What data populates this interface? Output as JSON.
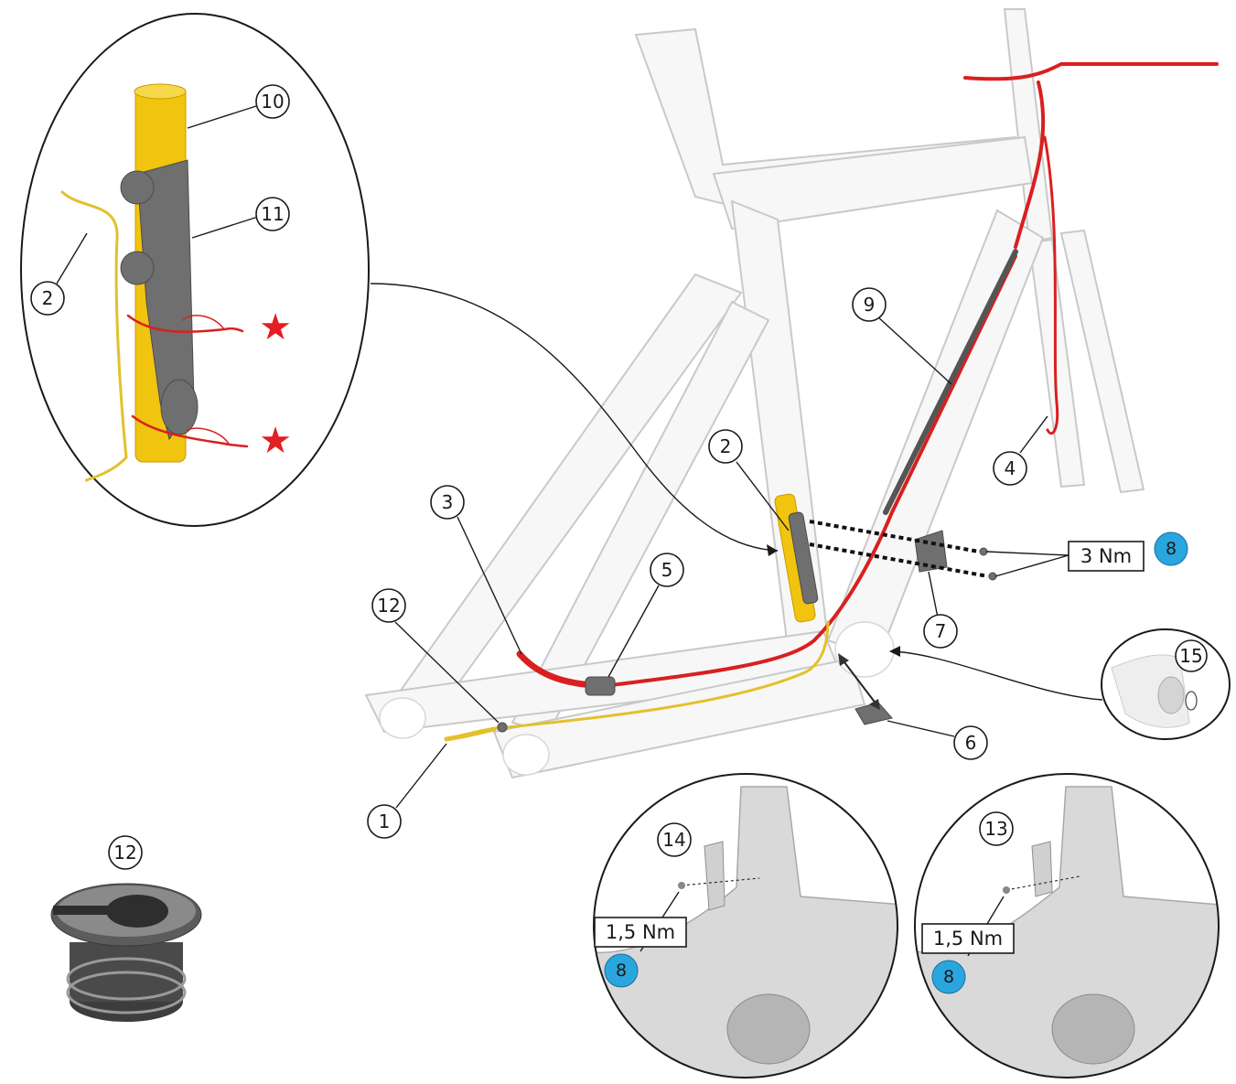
{
  "callouts": {
    "main": [
      "1",
      "2",
      "3",
      "4",
      "5",
      "6",
      "7",
      "9",
      "12"
    ],
    "detail_left": [
      "10",
      "11",
      "2"
    ],
    "detail_right": [
      "15"
    ],
    "detail_bottom_left": [
      "14"
    ],
    "detail_bottom_right": [
      "13"
    ],
    "part_closeup": "12"
  },
  "torque": {
    "main": "3 Nm",
    "detail_bottom_left": "1,5 Nm",
    "detail_bottom_right": "1,5 Nm"
  },
  "tool_badge": "8",
  "symbols": {
    "star_glyph": "★",
    "star_color": "#e31e24"
  },
  "colors": {
    "cable_red": "#d9201f",
    "cable_yellow": "#e4c02a",
    "part_grey": "#6f6f6f",
    "badge_blue": "#2aa6df"
  }
}
